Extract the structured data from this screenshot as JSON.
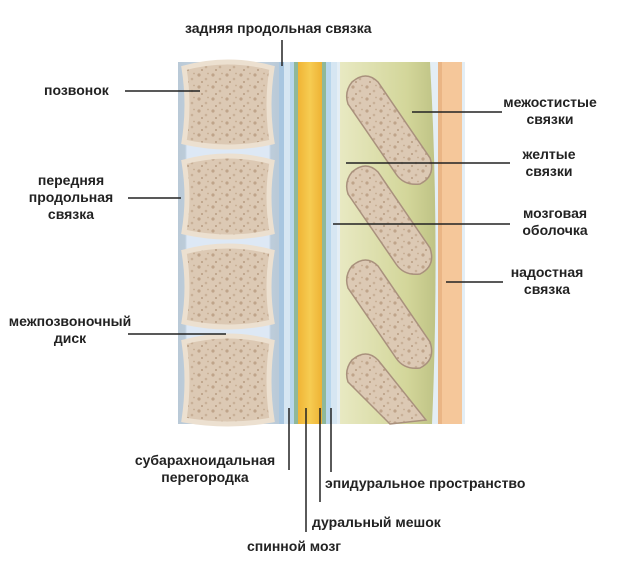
{
  "labels": {
    "posterior_ligament": "задняя продольная связка",
    "vertebra": "позвонок",
    "anterior_ligament": [
      "передняя",
      "продольная",
      "связка"
    ],
    "disc": [
      "межпозвоночный",
      "диск"
    ],
    "interspinous": [
      "межостистые",
      "связки"
    ],
    "yellow": [
      "желтые",
      "связки"
    ],
    "meninges": [
      "мозговая",
      "оболочка"
    ],
    "supraspinous": [
      "надостная",
      "связка"
    ],
    "subarachnoid": [
      "субарахноидальная",
      "перегородка"
    ],
    "epidural": "эпидуральное пространство",
    "dural_sac": "дуральный мешок",
    "spinal_cord": "спинной мозг"
  },
  "colors": {
    "background_column": "#c5d3df",
    "vertebra_outline": "#e9dbc9",
    "vertebra_fill": "#dcc9b4",
    "bone_texture": "#bfa48a",
    "disc": "#dde8f5",
    "spinal_cord": "#f2bf3c",
    "dura": "#8fb89a",
    "arachnoid": "#b8d6ec",
    "yellow_ligament": "#dcdfa8",
    "process_fill": "#d9c6b4",
    "supraspinous": "#f5c79a"
  }
}
